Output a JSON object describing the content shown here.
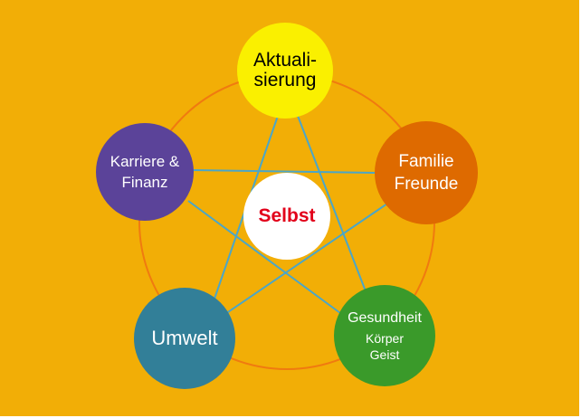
{
  "diagram": {
    "center": {
      "label": "Selbst"
    },
    "nodes": {
      "top": {
        "lines": [
          "Aktuali-",
          "sierung"
        ]
      },
      "left": {
        "lines": [
          "Karriere &",
          "Finanz"
        ]
      },
      "right": {
        "lines": [
          "Familie",
          "Freunde"
        ]
      },
      "bottom_left": {
        "lines": [
          "Umwelt"
        ]
      },
      "bottom_right": {
        "lines": [
          "Gesundheit",
          "Körper",
          "Geist"
        ]
      }
    },
    "colors": {
      "background": "#F2AE06",
      "ring": "#F07A10",
      "star_lines": "#4BA6C8",
      "top": "#FAF000",
      "left": "#5B4399",
      "right": "#DE6A00",
      "bottom_left": "#327F98",
      "bottom_right": "#3A9A2A",
      "center_text": "#E2001A"
    }
  }
}
